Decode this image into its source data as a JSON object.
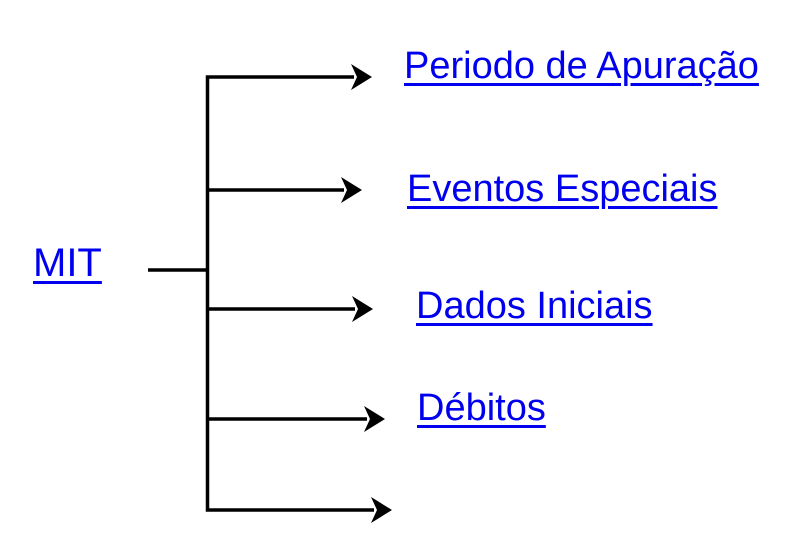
{
  "diagram": {
    "root": {
      "label": "MIT"
    },
    "branches": [
      {
        "label": "Periodo de Apuração"
      },
      {
        "label": "Eventos Especiais"
      },
      {
        "label": "Dados Iniciais"
      },
      {
        "label": "Débitos"
      },
      {
        "label": ""
      }
    ],
    "colors": {
      "link_blue": "#0000EE",
      "line_black": "#000000",
      "background": "#FFFFFF"
    }
  }
}
